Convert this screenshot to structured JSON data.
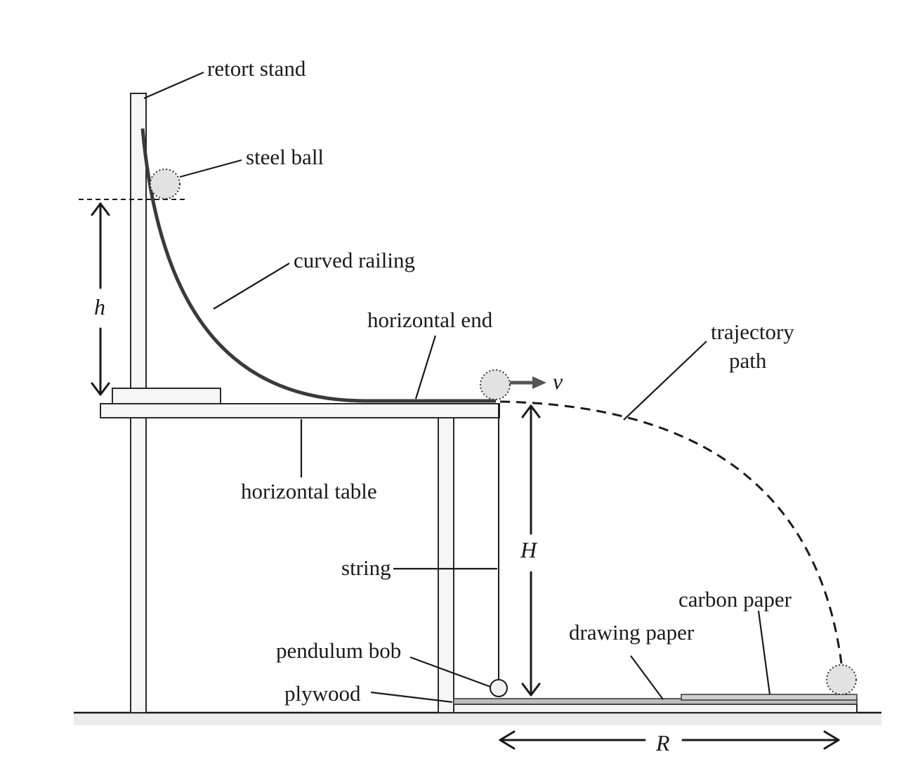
{
  "labels": {
    "retort_stand": "retort stand",
    "steel_ball": "steel ball",
    "curved_railing": "curved railing",
    "horizontal_end": "horizontal end",
    "trajectory_path_line1": "trajectory",
    "trajectory_path_line2": "path",
    "horizontal_table": "horizontal table",
    "string": "string",
    "carbon_paper": "carbon paper",
    "drawing_paper": "drawing paper",
    "pendulum_bob": "pendulum bob",
    "plywood": "plywood"
  },
  "symbols": {
    "release_height": "h",
    "table_height": "H",
    "velocity": "v",
    "range": "R"
  },
  "colors": {
    "ink": "#1a1a1a",
    "rail": "#3a3a3a",
    "ball_fill": "#e2e2e2",
    "board_fill": "#f6f6f6"
  }
}
